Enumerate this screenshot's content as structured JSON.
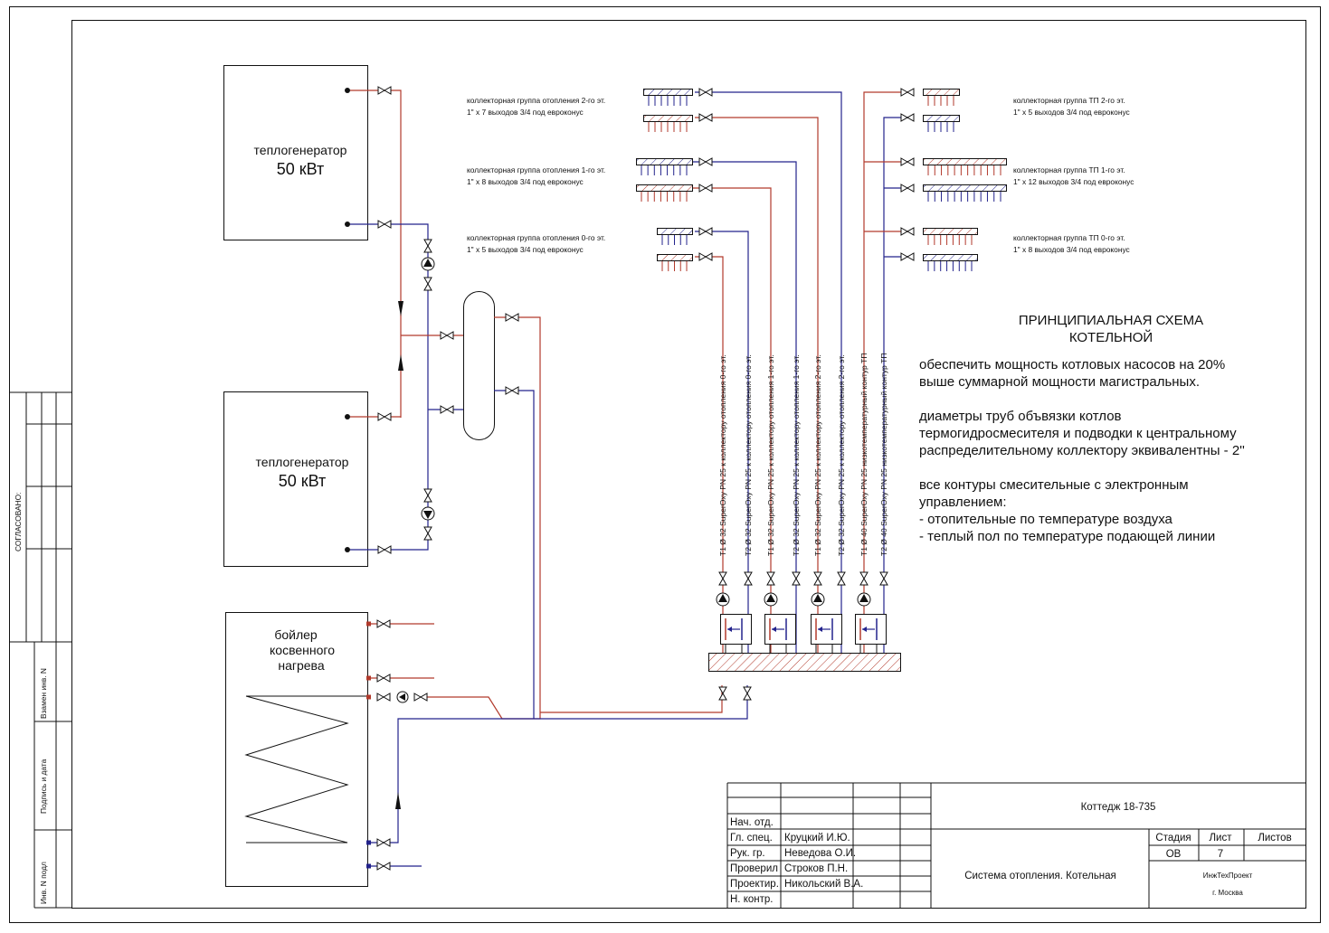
{
  "colors": {
    "supply": "#b23a2c",
    "return": "#23238c",
    "line": "#111111"
  },
  "equipment": {
    "boiler1": {
      "name": "теплогенератор",
      "power": "50 кВт"
    },
    "boiler2": {
      "name": "теплогенератор",
      "power": "50 кВт"
    },
    "dhw": {
      "line1": "бойлер",
      "line2": "косвенного",
      "line3": "нагрева"
    }
  },
  "collectors": {
    "heat2": {
      "line1": "коллекторная группа отопления 2-го эт.",
      "line2": "1\" x 7 выходов 3/4 под евроконус"
    },
    "heat1": {
      "line1": "коллекторная группа отопления 1-го эт.",
      "line2": "1\" x 8 выходов 3/4 под евроконус"
    },
    "heat0": {
      "line1": "коллекторная группа отопления 0-го эт.",
      "line2": "1\" x 5 выходов 3/4 под евроконус"
    },
    "tp2": {
      "line1": "коллекторная группа ТП 2-го эт.",
      "line2": "1\" x 5 выходов 3/4 под евроконус"
    },
    "tp1": {
      "line1": "коллекторная группа ТП 1-го эт.",
      "line2": "1\" x 12 выходов 3/4 под евроконус"
    },
    "tp0": {
      "line1": "коллекторная группа ТП 0-го эт.",
      "line2": "1\" x 8 выходов 3/4 под евроконус"
    }
  },
  "pipes": [
    "Т1 Ø 32 SuperOxy PN 25 к коллектору отопления 0-го эт.",
    "Т2 Ø 32 SuperOxy PN 25 к коллектору отопления 0-го эт.",
    "Т1 Ø 32 SuperOxy PN 25 к коллектору отопления 1-го эт.",
    "Т2 Ø 32 SuperOxy PN 25 к коллектору отопления 1-го эт.",
    "Т1 Ø 32 SuperOxy PN 25 к коллектору отопления 2-го эт.",
    "Т2 Ø 32 SuperOxy PN 25 к коллектору отопления 2-го эт.",
    "Т1 Ø 40 SuperOxy PN 25 низкотемпературный контур ТП",
    "Т2 Ø 40 SuperOxy PN 25 низкотемпературный контур ТП"
  ],
  "notes": {
    "title1": "ПРИНЦИПИАЛЬНАЯ СХЕМА",
    "title2": "КОТЕЛЬНОЙ",
    "lines": [
      "обеспечить мощность котловых насосов на 20%",
      "выше суммарной мощности магистральных.",
      "",
      "диаметры труб объвязки котлов",
      "термогидросмесителя и подводки к центральному",
      "распределительному коллектору эквивалентны - 2''",
      "",
      "все контуры смесительные с электронным",
      "управлением:",
      "- отопительные по температуре воздуха",
      "- теплый пол по температуре подающей линии"
    ]
  },
  "sidebar": {
    "approved": "СОГЛАСОВАНО:",
    "swap": "Взамен инв. N",
    "signdate": "Подпись и дата",
    "invno": "Инв. N подл"
  },
  "titleblock": {
    "project": "Коттедж 18-735",
    "sheet_title": "Система отопления. Котельная",
    "stage_h": "Стадия",
    "sheet_h": "Лист",
    "sheets_h": "Листов",
    "stage": "ОВ",
    "sheet": "7",
    "org": "ИнжТехПроект",
    "city": "г. Москва",
    "roles": [
      "Нач. отд.",
      "Гл. спец.",
      "Рук. гр.",
      "Проверил",
      "Проектир.",
      "Н. контр."
    ],
    "people": [
      "",
      "Круцкий И.Ю.",
      "Неведова О.И.",
      "Строков П.Н.",
      "Никольский В.А.",
      ""
    ]
  }
}
